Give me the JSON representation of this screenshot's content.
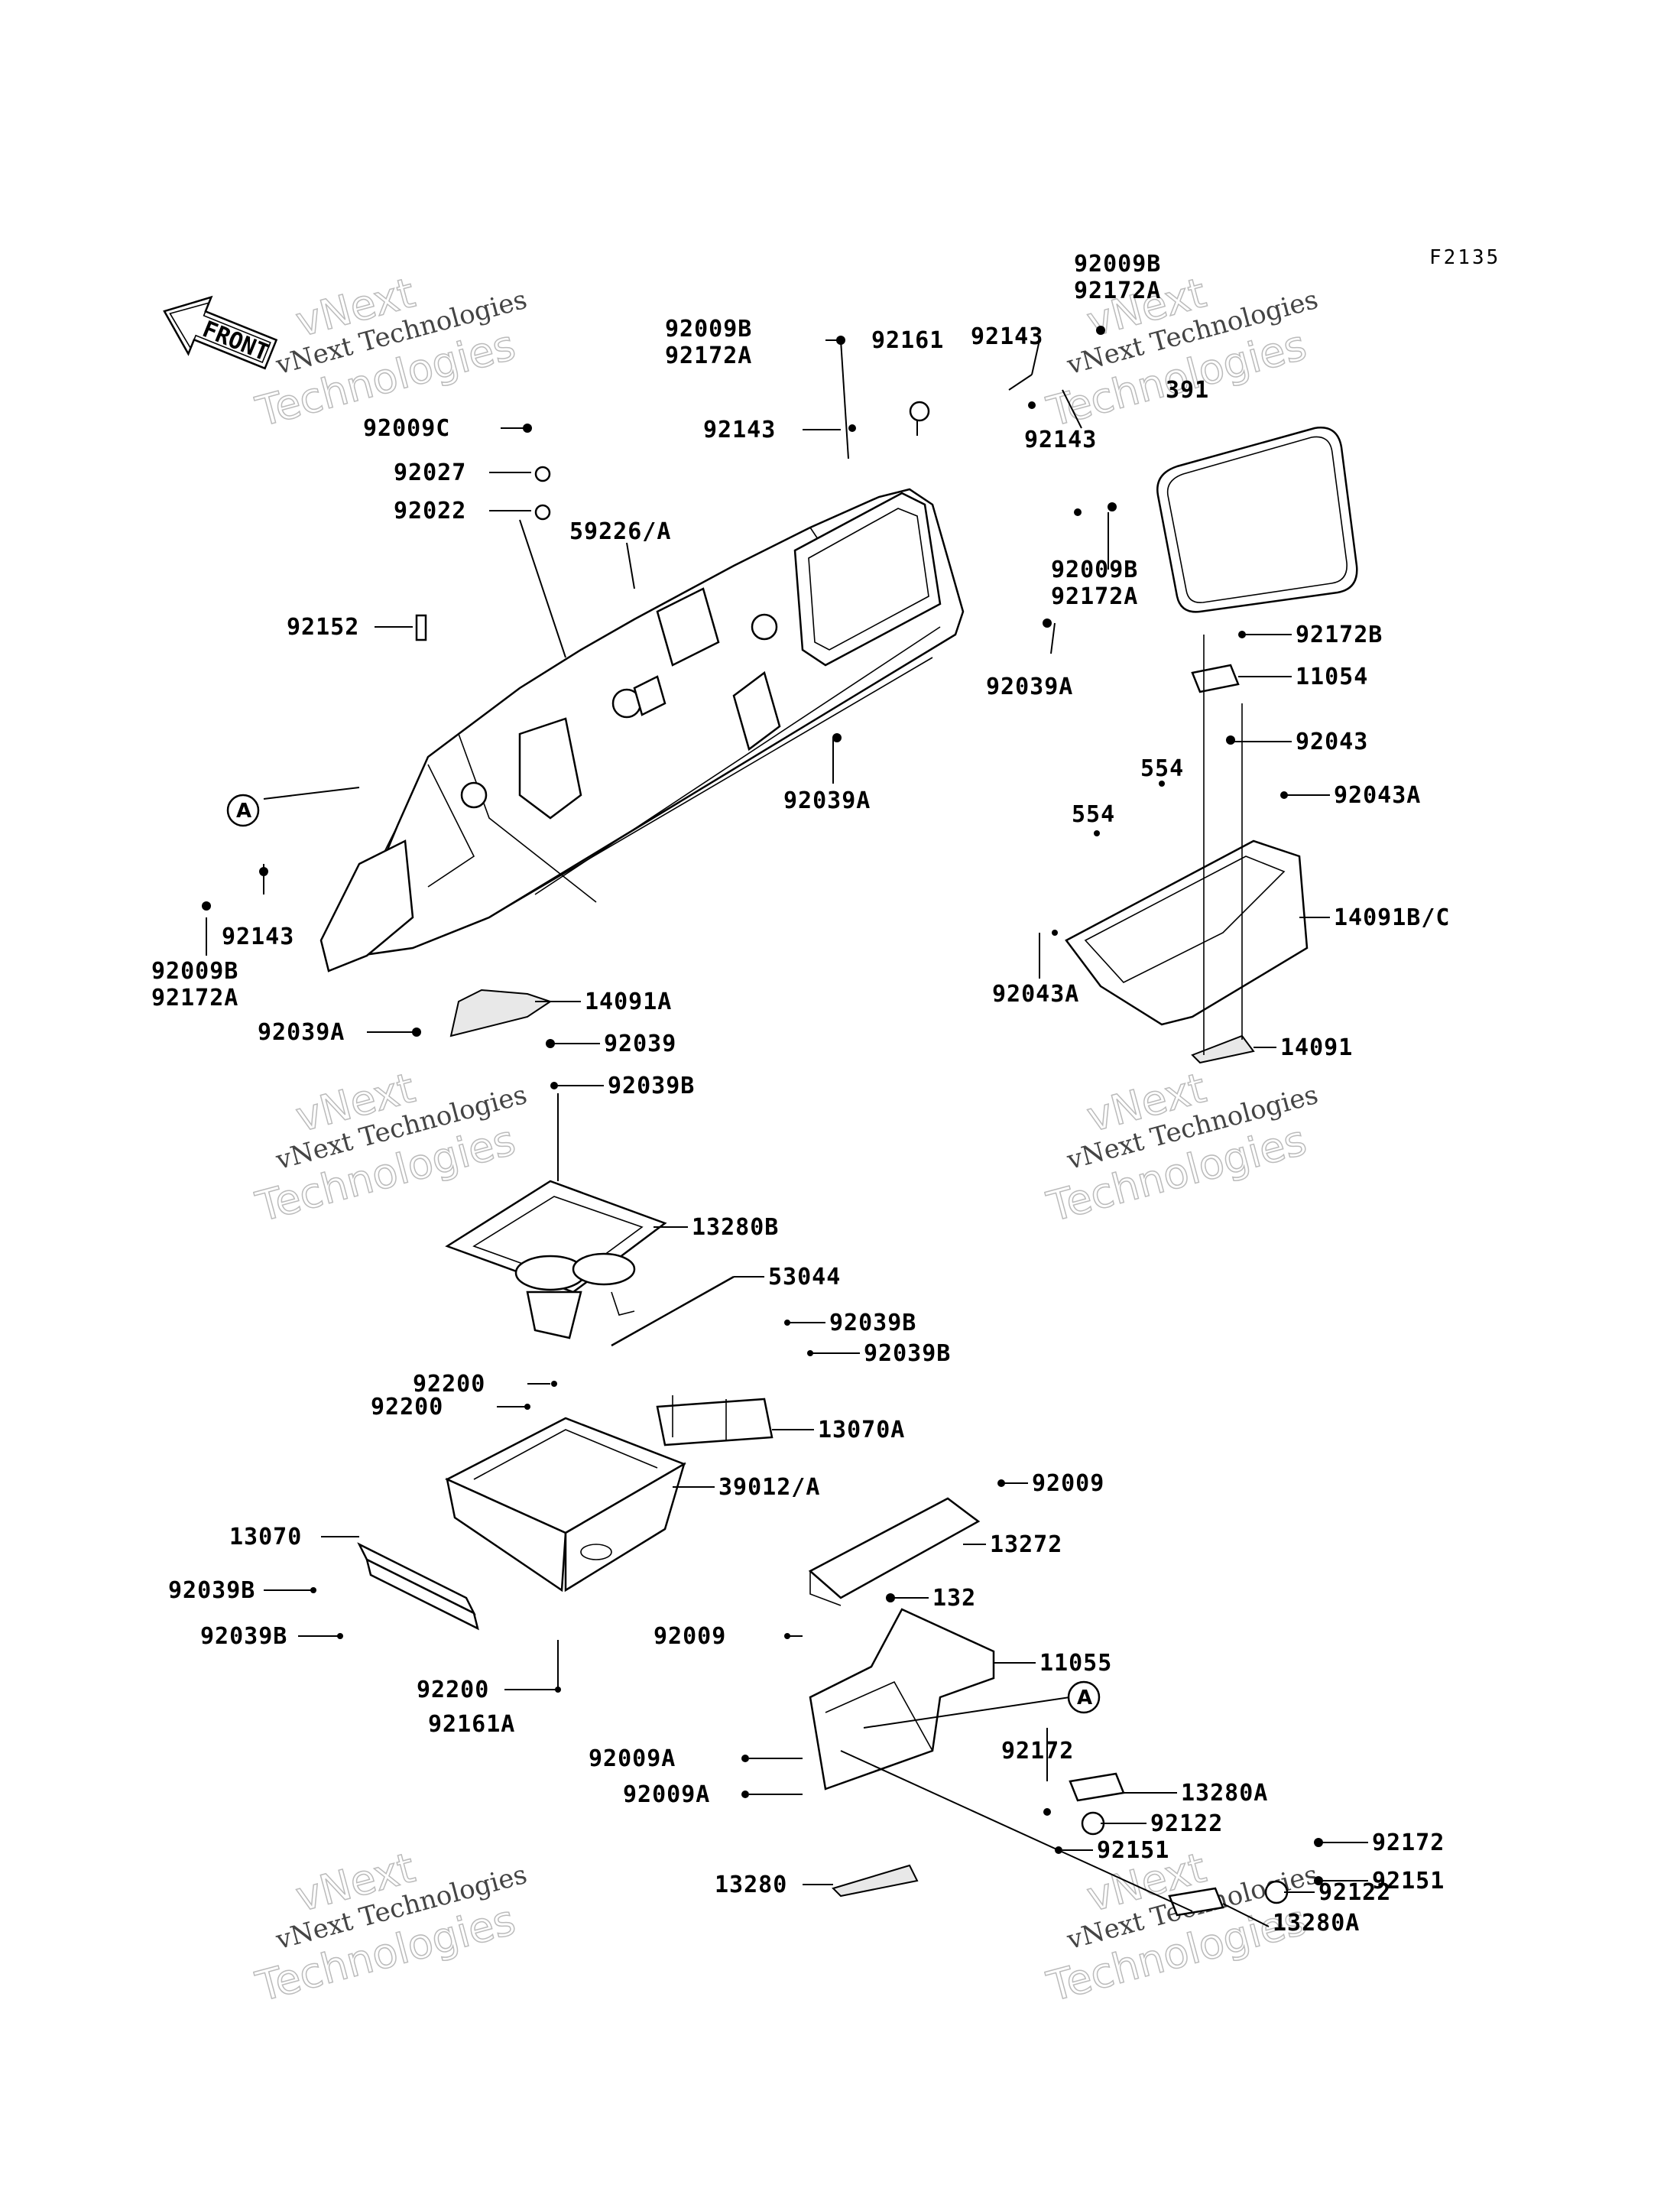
{
  "figure_code": "F2135",
  "front_arrow_label": "FRONT",
  "ref_marker": "A",
  "watermark": {
    "line1": "vNext Technologies",
    "line2": "vNext",
    "line3": "Technologies"
  },
  "labels": [
    {
      "id": "l1",
      "text": "92009B"
    },
    {
      "id": "l2",
      "text": "92172A"
    },
    {
      "id": "l3",
      "text": "92161"
    },
    {
      "id": "l4",
      "text": "92143"
    },
    {
      "id": "l5",
      "text": "92009B"
    },
    {
      "id": "l6",
      "text": "92172A"
    },
    {
      "id": "l7",
      "text": "92143"
    },
    {
      "id": "l8",
      "text": "92143"
    },
    {
      "id": "l9",
      "text": "92009C"
    },
    {
      "id": "l10",
      "text": "92027"
    },
    {
      "id": "l11",
      "text": "92022"
    },
    {
      "id": "l12",
      "text": "59226/A"
    },
    {
      "id": "l13",
      "text": "92009B"
    },
    {
      "id": "l14",
      "text": "92172A"
    },
    {
      "id": "l15",
      "text": "92152"
    },
    {
      "id": "l16",
      "text": "92172B"
    },
    {
      "id": "l17",
      "text": "92039A"
    },
    {
      "id": "l18",
      "text": "11054"
    },
    {
      "id": "l19",
      "text": "92043"
    },
    {
      "id": "l20",
      "text": "554"
    },
    {
      "id": "l21",
      "text": "92039A"
    },
    {
      "id": "l22",
      "text": "92043A"
    },
    {
      "id": "l23",
      "text": "554"
    },
    {
      "id": "l24",
      "text": "14091B/C"
    },
    {
      "id": "l25",
      "text": "92143"
    },
    {
      "id": "l26",
      "text": "92009B"
    },
    {
      "id": "l27",
      "text": "92172A"
    },
    {
      "id": "l28",
      "text": "92043A"
    },
    {
      "id": "l29",
      "text": "14091A"
    },
    {
      "id": "l30",
      "text": "92039A"
    },
    {
      "id": "l31",
      "text": "92039"
    },
    {
      "id": "l32",
      "text": "14091"
    },
    {
      "id": "l33",
      "text": "92039B"
    },
    {
      "id": "l34",
      "text": "13280B"
    },
    {
      "id": "l35",
      "text": "53044"
    },
    {
      "id": "l36",
      "text": "92039B"
    },
    {
      "id": "l37",
      "text": "92200"
    },
    {
      "id": "l38",
      "text": "92039B"
    },
    {
      "id": "l39",
      "text": "92200"
    },
    {
      "id": "l40",
      "text": "13070A"
    },
    {
      "id": "l41",
      "text": "39012/A"
    },
    {
      "id": "l42",
      "text": "92009"
    },
    {
      "id": "l43",
      "text": "13070"
    },
    {
      "id": "l44",
      "text": "13272"
    },
    {
      "id": "l45",
      "text": "92039B"
    },
    {
      "id": "l46",
      "text": "132"
    },
    {
      "id": "l47",
      "text": "92039B"
    },
    {
      "id": "l48",
      "text": "92009"
    },
    {
      "id": "l49",
      "text": "11055"
    },
    {
      "id": "l50",
      "text": "92200"
    },
    {
      "id": "l51",
      "text": "92161A"
    },
    {
      "id": "l52",
      "text": "92172"
    },
    {
      "id": "l53",
      "text": "92009A"
    },
    {
      "id": "l54",
      "text": "13280A"
    },
    {
      "id": "l55",
      "text": "92009A"
    },
    {
      "id": "l56",
      "text": "92122"
    },
    {
      "id": "l57",
      "text": "92151"
    },
    {
      "id": "l58",
      "text": "13280"
    },
    {
      "id": "l59",
      "text": "92172"
    },
    {
      "id": "l60",
      "text": "92151"
    },
    {
      "id": "l61",
      "text": "92122"
    },
    {
      "id": "l62",
      "text": "13280A"
    },
    {
      "id": "l63",
      "text": "391"
    }
  ]
}
